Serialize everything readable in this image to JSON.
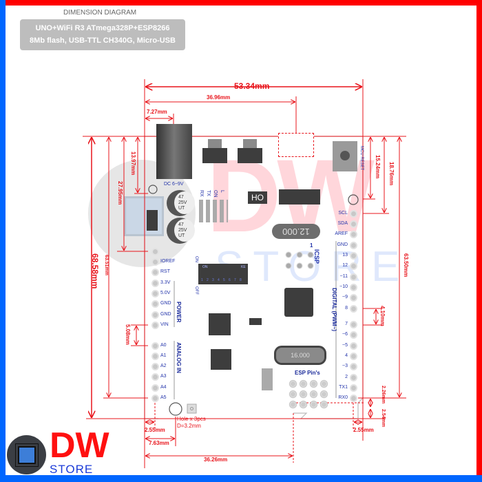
{
  "header": {
    "title": "DIMENSION DIAGRAM",
    "line1": "UNO+WiFi R3 ATmega328P+ESP8266",
    "line2": "8Mb flash, USB-TTL CH340G, Micro-USB"
  },
  "dimensions": {
    "width_total": "53.34mm",
    "usb_offset": "36.96mm",
    "dc_offset": "7.27mm",
    "height_total": "68.58mm",
    "left_header_span": "63.51mm",
    "left_27": "27.95mm",
    "left_13": "13.97mm",
    "right_15": "15.24mm",
    "right_18": "18.76mm",
    "right_header_span": "63.50mm",
    "digital_gap": "4.10mm",
    "analog_gap": "5.08mm",
    "bottom_right_226": "2.26mm",
    "bottom_right_254": "2.54mm",
    "bottom_left_255": "2.55mm",
    "bottom_left_763": "7.63mm",
    "bottom_3626": "36.26mm",
    "bottom_right_255": "2.55mm"
  },
  "board": {
    "dc_label": "DC 6~9V",
    "caps": [
      {
        "l1": "47",
        "l2": "25V",
        "l3": "UT"
      },
      {
        "l1": "47",
        "l2": "25V",
        "l3": "UT"
      }
    ],
    "leds": [
      "RX",
      "TX",
      "ON",
      "L"
    ],
    "ho_label": "HO",
    "crystal_12": "12.000",
    "crystal_16": "16.000",
    "icsp_label": "ICSP",
    "icsp_pin1": "1",
    "dip_on": "ON",
    "dip_off": "OFF",
    "dip_top_left": "ON",
    "dip_top_right": "KE",
    "dip_numbers": [
      "1",
      "2",
      "3",
      "4",
      "5",
      "6",
      "7",
      "8"
    ],
    "power_label": "POWER",
    "analog_label": "ANALOG IN",
    "digital_label": "DIGITAL  (PWM~)",
    "esp_label": "ESP Pin's",
    "reset_label": "MCU RESET",
    "hole_line1": "Hole x 3pcs",
    "hole_line2": "D=3.2mm",
    "left_pins": [
      "",
      "IOREF",
      "RST",
      "3.3V",
      "5.0V",
      "GND",
      "GND",
      "VIN",
      "A0",
      "A1",
      "A2",
      "A3",
      "A4",
      "A5"
    ],
    "right_pins": [
      "SCL",
      "SDA",
      "AREF",
      "GND",
      "13",
      "12",
      "~11",
      "~10",
      "~9",
      "8",
      "7",
      "~6",
      "~5",
      "4",
      "~3",
      "2",
      "TX1",
      "RX0"
    ]
  },
  "logo": {
    "brand": "DW",
    "sub": "STORE"
  },
  "watermark": {
    "brand": "DW",
    "sub": "STORE"
  },
  "colors": {
    "frame_red": "#ff0000",
    "frame_blue": "#0066ff",
    "dim_red": "#e8141b",
    "label_blue": "#1a2a9a"
  }
}
